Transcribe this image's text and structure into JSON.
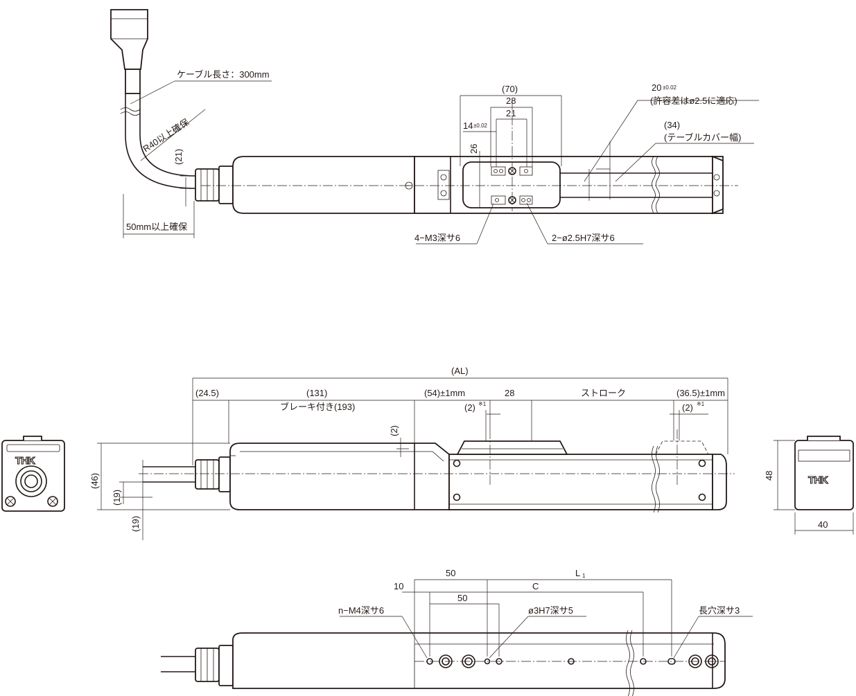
{
  "top_view": {
    "cable_length": "ケーブル長さ：300mm",
    "bend_radius": "R40以上確保",
    "clearance_21": "(21)",
    "clearance_50": "50mm以上確保",
    "dim_70": "(70)",
    "dim_28": "28",
    "dim_21": "21",
    "dim_14": "14",
    "dim_14_tol": "±0.02",
    "dim_26": "26",
    "dim_20": "20",
    "dim_20_tol": "±0.02",
    "dim_20_note": "(許容差はø2.5に適応)",
    "dim_34": "(34)",
    "dim_34_note": "(テーブルカバー幅)",
    "tapped_holes": "4−M3深サ6",
    "pin_holes": "2−ø2.5H7深サ6"
  },
  "side_view": {
    "overall": "(AL)",
    "dim_24_5": "(24.5)",
    "dim_131": "(131)",
    "brake_note": "ブレーキ付き(193)",
    "dim_54": "(54)±1mm",
    "dim_28": "28",
    "stroke": "ストローク",
    "dim_36_5": "(36.5)±1mm",
    "dim_2_left": "(2)",
    "dim_2_right": "(2)",
    "note_mark": "※1",
    "dim_2_top": "(2)",
    "dim_46": "(46)",
    "dim_19_a": "(19)",
    "dim_19_b": "(19)"
  },
  "end_views": {
    "logo": "THK",
    "height": "48",
    "width": "40"
  },
  "bottom_view": {
    "dim_50_a": "50",
    "dim_L1": "L",
    "dim_L1_sub": "1",
    "dim_10": "10",
    "dim_C": "C",
    "dim_50_b": "50",
    "tapped_holes": "n−M4深サ6",
    "pin_hole": "ø3H7深サ5",
    "slot": "長穴深サ3"
  }
}
